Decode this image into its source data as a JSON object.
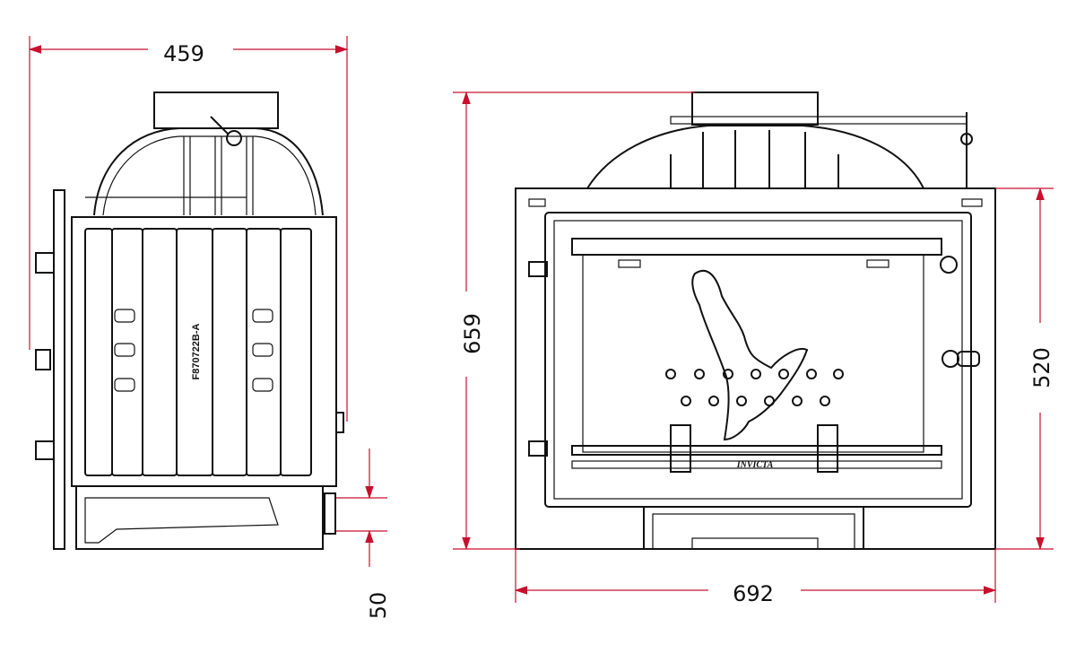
{
  "dimensions": {
    "side_width": "459",
    "front_height_total": "659",
    "front_height_body": "520",
    "front_width": "692",
    "bottom_offset": "50"
  },
  "labels": {
    "part_code": "F870722B-A",
    "brand_logo": "INVICTA"
  },
  "colors": {
    "dimension_line": "#c8102e",
    "drawing_line": "#111111"
  }
}
